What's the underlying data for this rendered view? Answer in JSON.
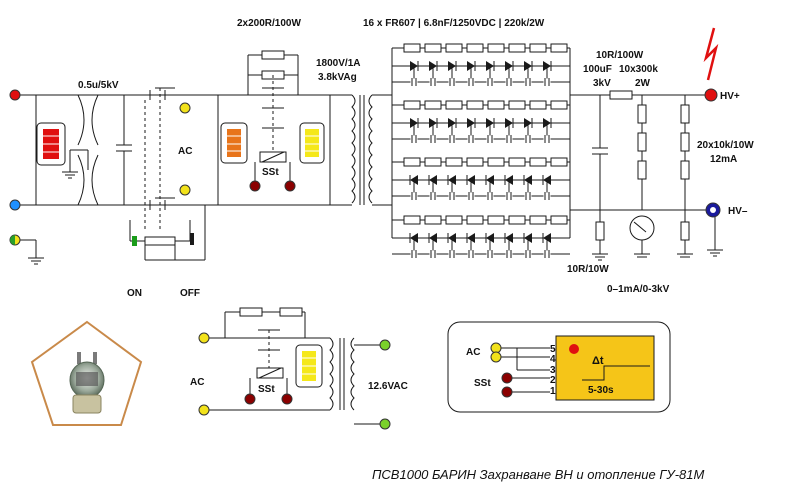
{
  "caption": "ПСВ1000 БАРИН Захранване ВН и отопление ГУ-81М",
  "labels": {
    "input_cap": "0.5u/5kV",
    "ac_main": "AC",
    "on": "ON",
    "off": "OFF",
    "soft_start_res": "2x200R/100W",
    "sst_main": "SSt",
    "transformer_rating_1": "1800V/1A",
    "transformer_rating_2": "3.8kVAg",
    "multiplier_spec": "16 x FR607 | 6.8nF/1250VDC | 220k/2W",
    "filter_res": "10R/100W",
    "filter_cap_1": "100uF",
    "filter_cap_2": "3kV",
    "divider_res_1": "10x300k",
    "divider_res_2": "2W",
    "hv_plus": "HV+",
    "hv_minus": "HV–",
    "bleeder_1": "20x10k/10W",
    "bleeder_2": "12mA",
    "shunt": "10R/10W",
    "meter": "0–1mA/0-3kV",
    "ac_fil": "AC",
    "sst_fil": "SSt",
    "fil_voltage": "12.6VAC",
    "relay_ac": "AC",
    "relay_sst": "SSt",
    "relay_delay": "5-30s",
    "relay_dt": "Δt",
    "relay_pins": [
      "5",
      "4",
      "3",
      "2",
      "1"
    ]
  },
  "colors": {
    "terminal_red": "#e01010",
    "terminal_blue": "#1e90ff",
    "terminal_yellow": "#f2e21a",
    "terminal_darkred": "#8b0000",
    "terminal_hvminus": "#1a1a9c",
    "relay_box": "#f5c518",
    "lightning": "#e01010",
    "pentagon": "#c98a4a"
  }
}
